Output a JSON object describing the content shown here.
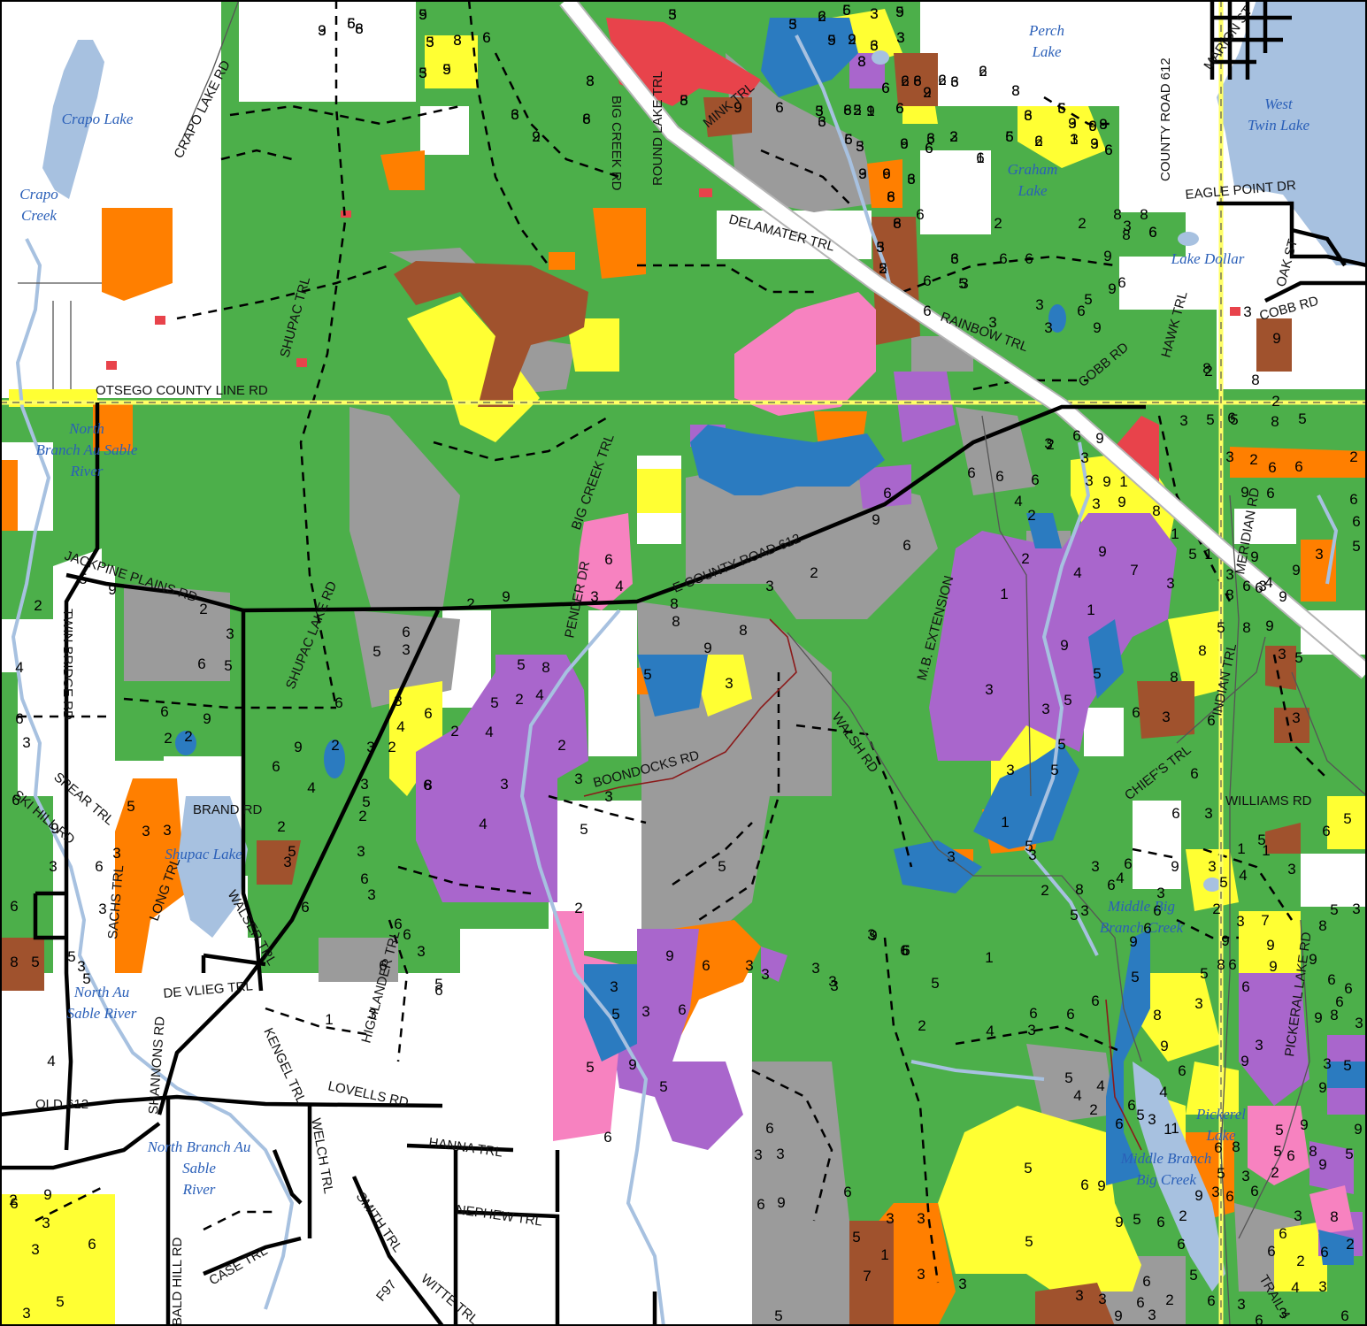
{
  "colors": {
    "background": "#ffffff",
    "forest_green": "#4caf4a",
    "gray": "#9b9b9b",
    "yellow": "#ffff33",
    "orange": "#ff7f00",
    "brown": "#a0522d",
    "purple": "#a966cc",
    "pink": "#f782c0",
    "red": "#e8434b",
    "blue": "#2b7bc0",
    "lake": "#a7c1e0",
    "road": "#000000",
    "county_line": "#ffff66"
  },
  "road_labels": [
    {
      "id": "crapo-lake-rd",
      "text": "CRAPO LAKE RD"
    },
    {
      "id": "big-creek-rd",
      "text": "BIG CREEK RD"
    },
    {
      "id": "round-lake-trl",
      "text": "ROUND LAKE TRL"
    },
    {
      "id": "mink-trl",
      "text": "MINK TRL"
    },
    {
      "id": "delamater-trl",
      "text": "DELAMATER TRL"
    },
    {
      "id": "county-road-612-north",
      "text": "COUNTY ROAD 612"
    },
    {
      "id": "marion-st",
      "text": "MARION ST"
    },
    {
      "id": "eagle-point-dr",
      "text": "EAGLE POINT DR"
    },
    {
      "id": "oak-st",
      "text": "OAK ST"
    },
    {
      "id": "cobb-rd-east",
      "text": "COBB RD"
    },
    {
      "id": "hawk-trl",
      "text": "HAWK TRL"
    },
    {
      "id": "rainbow-trl",
      "text": "RAINBOW TRL"
    },
    {
      "id": "cobb-rd",
      "text": "COBB RD"
    },
    {
      "id": "shupac-trl",
      "text": "SHUPAC TRL"
    },
    {
      "id": "otsego-county-line-rd",
      "text": "OTSEGO COUNTY LINE RD"
    },
    {
      "id": "jackpine-plains-rd",
      "text": "JACKPINE PLAINS RD"
    },
    {
      "id": "big-creek-trl",
      "text": "BIG CREEK TRL"
    },
    {
      "id": "e-county-road-612",
      "text": "E COUNTY ROAD 612"
    },
    {
      "id": "pender-dr",
      "text": "PENDER DR"
    },
    {
      "id": "m-b-extension",
      "text": "M.B. EXTENSION"
    },
    {
      "id": "meridian-rd",
      "text": "MERIDIAN RD"
    },
    {
      "id": "indian-trl",
      "text": "INDIAN TRL"
    },
    {
      "id": "chiefs-trl",
      "text": "CHIEF'S TRL"
    },
    {
      "id": "williams-rd",
      "text": "WILLIAMS RD"
    },
    {
      "id": "twin-bridge-rd",
      "text": "TWIN BRIDGE RD"
    },
    {
      "id": "shupac-lake-rd",
      "text": "SHUPAC LAKE RD"
    },
    {
      "id": "boondocks-rd",
      "text": "BOONDOCKS RD"
    },
    {
      "id": "walsh-rd",
      "text": "WALSH RD"
    },
    {
      "id": "spear-trl",
      "text": "SPEAR TRL"
    },
    {
      "id": "ski-hill-rd",
      "text": "SKI HILL RD"
    },
    {
      "id": "brand-rd",
      "text": "BRAND RD"
    },
    {
      "id": "sachs-trl",
      "text": "SACHS TRL"
    },
    {
      "id": "walser-trl",
      "text": "WALSER TRL"
    },
    {
      "id": "long-trl",
      "text": "LONG TRL"
    },
    {
      "id": "de-vlieg-trl",
      "text": "DE VLIEG TRL"
    },
    {
      "id": "shannons-rd",
      "text": "SHANNONS RD"
    },
    {
      "id": "kengel-trl",
      "text": "KENGEL TRL"
    },
    {
      "id": "highlander-trl",
      "text": "HIGHLANDER TRL"
    },
    {
      "id": "lovells-rd",
      "text": "LOVELLS RD"
    },
    {
      "id": "old-612",
      "text": "OLD 612"
    },
    {
      "id": "welch-trl",
      "text": "WELCH TRL"
    },
    {
      "id": "hanna-trl",
      "text": "HANNA TRL"
    },
    {
      "id": "nephew-trl",
      "text": "NEPHEW TRL"
    },
    {
      "id": "smith-trl",
      "text": "SMITH TRL"
    },
    {
      "id": "witte-trl",
      "text": "WITTE TRL"
    },
    {
      "id": "case-trl",
      "text": "CASE TRL"
    },
    {
      "id": "bald-hill-rd",
      "text": "BALD HILL RD"
    },
    {
      "id": "f97",
      "text": "F97"
    },
    {
      "id": "trail-4",
      "text": "TRAIL 4"
    },
    {
      "id": "pickeral-lake-rd",
      "text": "PICKERAL LAKE RD"
    }
  ],
  "water_labels": [
    {
      "id": "crapo-lake",
      "lines": [
        "Crapo Lake"
      ]
    },
    {
      "id": "crapo-creek",
      "lines": [
        "Crapo",
        "Creek"
      ]
    },
    {
      "id": "perch-lake",
      "lines": [
        "Perch",
        "Lake"
      ]
    },
    {
      "id": "west-twin-lake",
      "lines": [
        "West",
        "Twin Lake"
      ]
    },
    {
      "id": "graham-lake",
      "lines": [
        "Graham",
        "Lake"
      ]
    },
    {
      "id": "lake-dollar",
      "lines": [
        "Lake Dollar"
      ]
    },
    {
      "id": "north-branch-au-sable-river-north",
      "lines": [
        "North",
        "Branch Au Sable",
        "River"
      ]
    },
    {
      "id": "shupac-lake",
      "lines": [
        "Shupac Lake"
      ]
    },
    {
      "id": "north-au-sable-river",
      "lines": [
        "North Au",
        "Sable River"
      ]
    },
    {
      "id": "middle-big-branch-creek",
      "lines": [
        "Middle Big",
        "Branch Creek"
      ]
    },
    {
      "id": "pickerel-lake",
      "lines": [
        "Pickerel",
        "Lake"
      ]
    },
    {
      "id": "middle-branch-big-creek",
      "lines": [
        "Middle Branch",
        "Big Creek"
      ]
    },
    {
      "id": "north-branch-au-sable-river-south",
      "lines": [
        "North Branch Au",
        "Sable",
        "River"
      ]
    }
  ],
  "stand_numbers": [
    "9",
    "6",
    "8",
    "6",
    "3",
    "5",
    "6",
    "6",
    "9",
    "3",
    "9",
    "6",
    "3",
    "5",
    "8",
    "9",
    "5",
    "3",
    "9",
    "5",
    "8",
    "3",
    "6",
    "9",
    "8",
    "9",
    "6",
    "5",
    "8",
    "5",
    "9",
    "6",
    "6",
    "9",
    "6",
    "6",
    "6",
    "6",
    "3",
    "5",
    "6",
    "8",
    "6",
    "3",
    "9",
    "9",
    "9",
    "6",
    "6",
    "3",
    "5",
    "6",
    "3",
    "6",
    "6",
    "3",
    "6",
    "6",
    "9",
    "3",
    "6",
    "6",
    "6",
    "5",
    "6",
    "2",
    "5",
    "6",
    "3",
    "5",
    "6",
    "3",
    "3",
    "9",
    "9",
    "6",
    "2",
    "2",
    "8",
    "3",
    "6",
    "8",
    "8",
    "6",
    "9",
    "6",
    "6",
    "6",
    "3",
    "6",
    "3",
    "9",
    "8",
    "2",
    "2",
    "5",
    "8",
    "5",
    "2",
    "2",
    "6",
    "6",
    "3",
    "9",
    "6",
    "6",
    "6",
    "3",
    "9",
    "5",
    "9",
    "4",
    "9",
    "3",
    "6",
    "8",
    "5",
    "1",
    "3",
    "6",
    "5",
    "8",
    "9",
    "5",
    "3",
    "8",
    "8",
    "3",
    "6",
    "3",
    "6",
    "6",
    "3",
    "6",
    "5",
    "6",
    "5",
    "1",
    "1",
    "3",
    "3",
    "9",
    "5",
    "4",
    "5",
    "3",
    "8",
    "2",
    "7",
    "3",
    "9",
    "8",
    "9",
    "5",
    "3",
    "6",
    "6",
    "9",
    "9",
    "6",
    "6",
    "6",
    "3",
    "8",
    "9",
    "3",
    "9",
    "3",
    "9",
    "5",
    "9",
    "5",
    "9",
    "9",
    "8",
    "6",
    "5",
    "5",
    "2",
    "3",
    "6",
    "8",
    "2",
    "6",
    "4",
    "6",
    "2",
    "3",
    "6",
    "3",
    "6",
    "3",
    "6",
    "5",
    "6",
    "6",
    "5",
    "9",
    "9",
    "6",
    "2",
    "4",
    "5",
    "6",
    "3",
    "1",
    "1",
    "6",
    "8",
    "5",
    "3",
    "6",
    "6",
    "3",
    "9",
    "2",
    "6",
    "2",
    "6",
    "3",
    "3",
    "9",
    "3",
    "5",
    "5",
    "3",
    "3",
    "3",
    "7",
    "1",
    "3",
    "5",
    "6",
    "9",
    "6",
    "5",
    "3",
    "3",
    "6",
    "5",
    "9",
    "5",
    "6",
    "5",
    "3",
    "3",
    "9",
    "6",
    "3",
    "6",
    "3",
    "3",
    "3",
    "5",
    "1",
    "4",
    "6",
    "6",
    "5",
    "4",
    "6",
    "4",
    "6",
    "9",
    "8",
    "5",
    "9",
    "6",
    "6",
    "3",
    "6",
    "3",
    "4",
    "6",
    "8",
    "3",
    "5",
    "2",
    "3",
    "1",
    "3",
    "6",
    "5",
    "5",
    "3",
    "3",
    "5",
    "5",
    "5",
    "9",
    "1",
    "9",
    "4",
    "3",
    "3",
    "3",
    "9",
    "1",
    "9",
    "7",
    "3",
    "1",
    "8",
    "6",
    "9",
    "2",
    "6",
    "2",
    "2",
    "1",
    "3",
    "4",
    "6",
    "6",
    "3",
    "3",
    "8",
    "5",
    "6",
    "6",
    "9",
    "6",
    "2",
    "3",
    "8",
    "9",
    "3",
    "8",
    "5",
    "8",
    "4",
    "3",
    "6",
    "9",
    "2",
    "6",
    "3",
    "5",
    "6",
    "3",
    "6",
    "2",
    "4",
    "2",
    "3",
    "6",
    "3",
    "5",
    "2",
    "3",
    "6",
    "3",
    "6",
    "6",
    "3",
    "6",
    "3",
    "1",
    "6",
    "3",
    "5",
    "2",
    "4",
    "2",
    "9",
    "6",
    "2",
    "9",
    "6",
    "2",
    "6",
    "5",
    "3",
    "2",
    "9",
    "5",
    "2",
    "4",
    "6",
    "3",
    "6",
    "9",
    "3",
    "6",
    "3",
    "3",
    "3",
    "5",
    "3",
    "3",
    "5",
    "5",
    "5",
    "8",
    "6",
    "4",
    "6",
    "3",
    "3",
    "6",
    "5",
    "3",
    "9",
    "2",
    "6",
    "5",
    "4",
    "5",
    "2",
    "4",
    "5",
    "8",
    "2",
    "3",
    "5",
    "3",
    "4",
    "8",
    "2",
    "3",
    "5",
    "3",
    "3",
    "9",
    "6",
    "5",
    "2",
    "3",
    "6",
    "5",
    "8",
    "3",
    "6",
    "5",
    "3",
    "2",
    "5",
    "2",
    "3",
    "5",
    "3",
    "3",
    "9",
    "3",
    "3",
    "6",
    "5",
    "5",
    "3",
    "3",
    "6",
    "8",
    "2",
    "5",
    "9",
    "6",
    "3",
    "6",
    "2",
    "1",
    "6",
    "2",
    "2",
    "8",
    "2",
    "3",
    "2",
    "6",
    "6",
    "6",
    "3",
    "2",
    "1",
    "3",
    "3",
    "8",
    "9",
    "6",
    "2",
    "6",
    "1",
    "6",
    "6",
    "9",
    "5",
    "5",
    "3",
    "6",
    "9",
    "3",
    "8",
    "8",
    "3",
    "3",
    "5"
  ]
}
